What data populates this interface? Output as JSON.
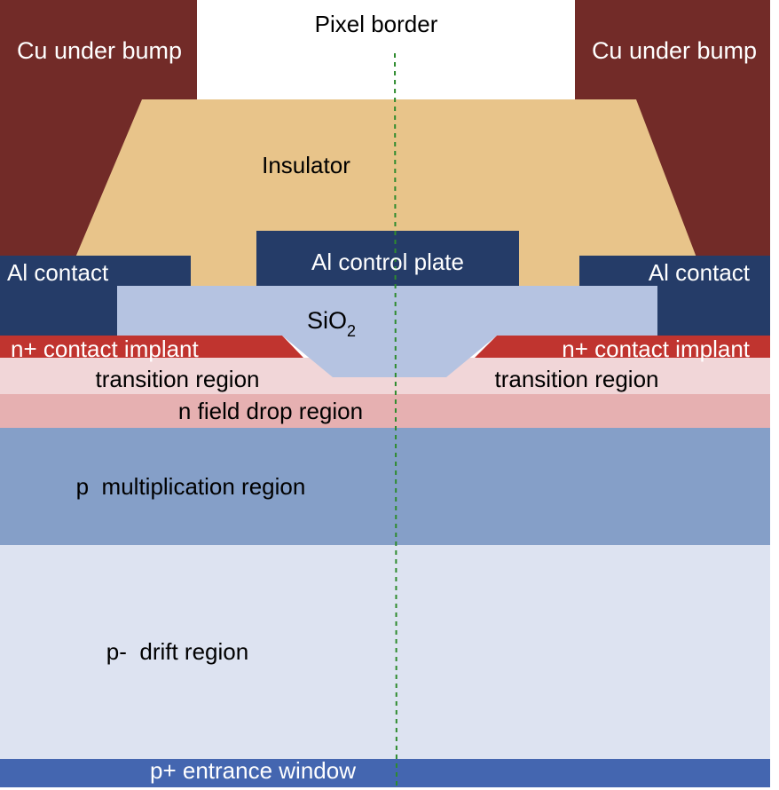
{
  "pixel_border": "Pixel border",
  "cu_bump_left": "Cu under bump",
  "cu_bump_right": "Cu under bump",
  "insulator": "Insulator",
  "al_contact_left": "Al contact",
  "al_contact_right": "Al contact",
  "al_control_plate": "Al control plate",
  "sio2_main": "SiO",
  "sio2_sub": "2",
  "n_plus_left": "n+ contact implant",
  "n_plus_right": "n+ contact implant",
  "transition_left": "transition region",
  "transition_right": "transition region",
  "n_field_drop": "n field drop region",
  "p_multiplication": "p  multiplication region",
  "p_drift": "p-  drift region",
  "p_plus_window": "p+ entrance window",
  "colors": {
    "cu": "#722b28",
    "insulator": "#e8c48a",
    "al": "#253c68",
    "sio2": "#b5c3e1",
    "n_plus": "#c0342f",
    "transition": "#f1d6d8",
    "n_field": "#e6b0b1",
    "p_mult": "#859fc8",
    "p_drift": "#dde3f1",
    "p_plus": "#4466b0",
    "border_line": "#2e8b2e"
  }
}
